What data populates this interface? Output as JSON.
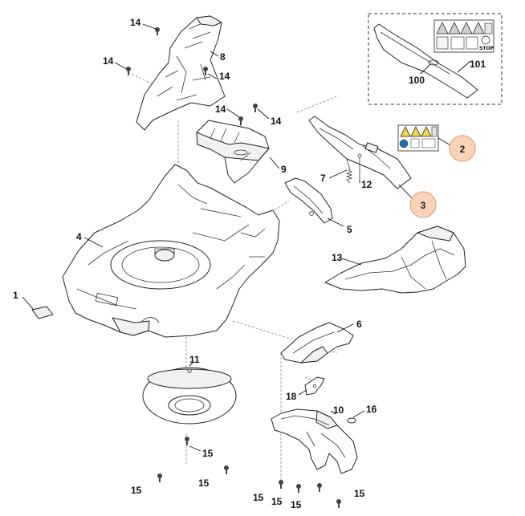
{
  "labels": {
    "p1": "1",
    "p2": "2",
    "p3": "3",
    "p4": "4",
    "p5": "5",
    "p6": "6",
    "p7": "7",
    "p8": "8",
    "p9": "9",
    "p10": "10",
    "p11": "11",
    "p12": "12",
    "p13": "13",
    "p14": "14",
    "p15": "15",
    "p16": "16",
    "p18": "18",
    "p100": "100",
    "p101": "101"
  },
  "warning_label_text": "STOP",
  "colors": {
    "highlight_fill": "#f9d3b7",
    "highlight_stroke": "#e7a578",
    "warning_yellow": "#f0d64a",
    "info_blue": "#1f6fb5",
    "line": "#222222"
  }
}
